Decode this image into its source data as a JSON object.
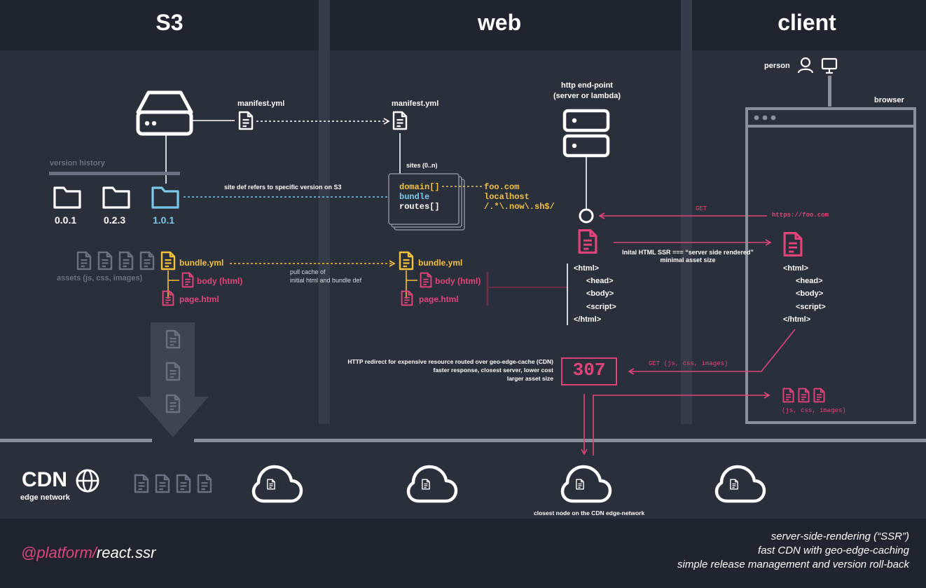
{
  "columns": {
    "s3": "S3",
    "web": "web",
    "client": "client"
  },
  "s3": {
    "manifest_label": "manifest.yml",
    "version_history_label": "version history",
    "versions": [
      "0.0.1",
      "0.2.3",
      "1.0.1"
    ],
    "assets_label": "assets (js, css, images)",
    "bundle_label": "bundle.yml",
    "body_label": "body (html)",
    "page_label": "page.html"
  },
  "web": {
    "manifest_label": "manifest.yml",
    "sites_label": "sites (0..n)",
    "site_fields": [
      "domain[]",
      "bundle",
      "routes[]"
    ],
    "domains": [
      "foo.com",
      "localhost",
      "/.*\\.now\\.sh$/"
    ],
    "site_def_note": "site def refers to specific version on S3",
    "pull_cache_note": [
      "pull cache of",
      "initial html and bundle def"
    ],
    "bundle_label": "bundle.yml",
    "body_label": "body (html)",
    "page_label": "page.html",
    "endpoint_label": [
      "http end-point",
      "(server or lambda)"
    ],
    "html_lines": [
      "<html>",
      "<head>",
      "<body>",
      "<script>",
      "</html>"
    ],
    "ssr_note": [
      "Inital HTML SSR === “server side rendered”",
      "minimal asset size"
    ],
    "redirect_note": [
      "HTTP redirect for expensive resource routed over geo-edge-cache (CDN)",
      "faster response, closest server, lower cost",
      "larger asset size"
    ],
    "status_code": "307"
  },
  "client": {
    "person_label": "person",
    "browser_label": "browser",
    "get_label": "GET",
    "url": "https://foo.com",
    "html_lines": [
      "<html>",
      "<head>",
      "<body>",
      "<script>",
      "</html>"
    ],
    "get_assets_label": "GET (js, css, images)",
    "assets_label": "(js, css, images)"
  },
  "cdn": {
    "title": "CDN",
    "subtitle": "edge network",
    "closest_node_note": "closest node on the CDN edge-network"
  },
  "footer": {
    "brand_prefix": "@platform/",
    "brand_name": "react.ssr",
    "taglines": [
      "server-side-rendering (“SSR”)",
      "fast CDN with geo-edge-caching",
      "simple release management and version roll-back"
    ]
  },
  "colors": {
    "pink": "#e0447a",
    "yellow": "#f3c13a",
    "cyan": "#7cc8e8",
    "grey": "#6b7180",
    "dark": "#20242f",
    "bg": "#2a2f3c"
  },
  "icons": [
    "server-icon",
    "document-icon",
    "folder-icon",
    "cloud-icon",
    "globe-icon",
    "person-icon",
    "monitor-icon"
  ]
}
